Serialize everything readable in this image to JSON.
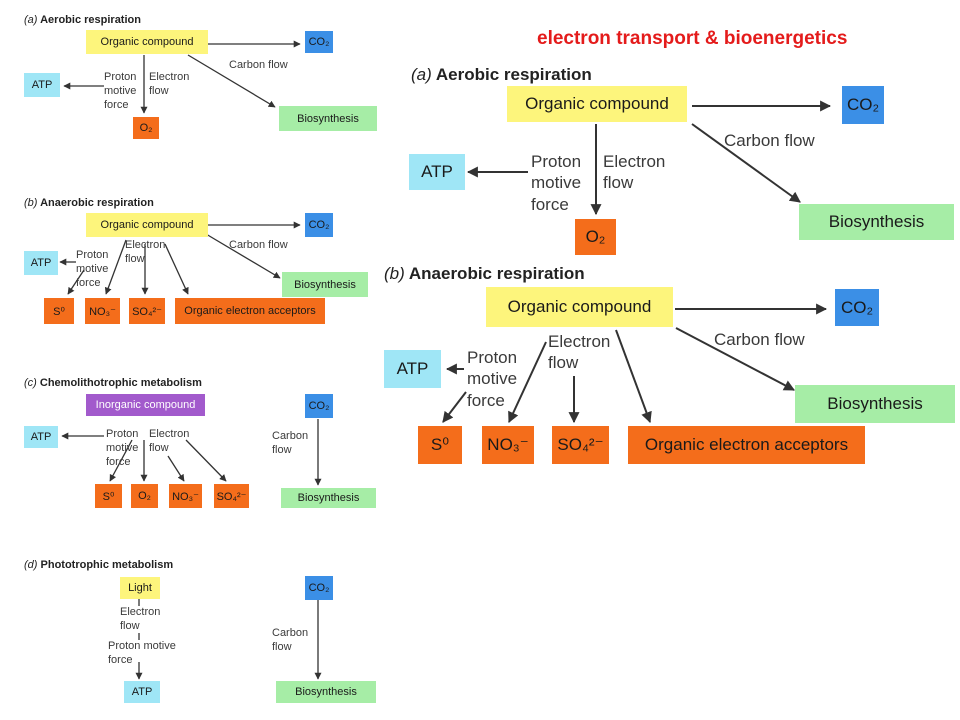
{
  "page_title": "electron transport & bioenergetics",
  "small": {
    "a": {
      "letter": "(a)",
      "title": "Aerobic respiration",
      "organic_compound": "Organic compound",
      "co2": "CO₂",
      "atp": "ATP",
      "o2": "O₂",
      "biosynthesis": "Biosynthesis",
      "carbon_flow": "Carbon flow",
      "proton_motive_force": [
        "Proton",
        "motive",
        "force"
      ],
      "electron_flow": [
        "Electron",
        "flow"
      ]
    },
    "b": {
      "letter": "(b)",
      "title": "Anaerobic respiration",
      "organic_compound": "Organic compound",
      "co2": "CO₂",
      "atp": "ATP",
      "biosynthesis": "Biosynthesis",
      "carbon_flow": "Carbon flow",
      "proton_motive_force": [
        "Proton",
        "motive",
        "force"
      ],
      "electron_flow": [
        "Electron",
        "flow"
      ],
      "acceptors": [
        "S⁰",
        "NO₃⁻",
        "SO₄²⁻",
        "Organic electron acceptors"
      ]
    },
    "c": {
      "letter": "(c)",
      "title": "Chemolithotrophic metabolism",
      "inorganic_compound": "Inorganic compound",
      "co2": "CO₂",
      "atp": "ATP",
      "biosynthesis": "Biosynthesis",
      "carbon_flow": [
        "Carbon",
        "flow"
      ],
      "proton_motive_force": [
        "Proton",
        "motive",
        "force"
      ],
      "electron_flow": [
        "Electron",
        "flow"
      ],
      "acceptors": [
        "S⁰",
        "O₂",
        "NO₃⁻",
        "SO₄²⁻"
      ]
    },
    "d": {
      "letter": "(d)",
      "title": "Phototrophic metabolism",
      "light": "Light",
      "co2": "CO₂",
      "atp": "ATP",
      "biosynthesis": "Biosynthesis",
      "carbon_flow": [
        "Carbon",
        "flow"
      ],
      "electron_flow": [
        "Electron",
        "flow"
      ],
      "proton_motive_force": [
        "Proton motive",
        "force"
      ]
    }
  },
  "large": {
    "a": {
      "letter": "(a)",
      "title": "Aerobic respiration",
      "organic_compound": "Organic compound",
      "co2": "CO₂",
      "atp": "ATP",
      "o2": "O₂",
      "biosynthesis": "Biosynthesis",
      "carbon_flow": "Carbon flow",
      "proton_motive_force": [
        "Proton",
        "motive",
        "force"
      ],
      "electron_flow": [
        "Electron",
        "flow"
      ]
    },
    "b": {
      "letter": "(b)",
      "title": "Anaerobic respiration",
      "organic_compound": "Organic compound",
      "co2": "CO₂",
      "atp": "ATP",
      "biosynthesis": "Biosynthesis",
      "carbon_flow": "Carbon flow",
      "proton_motive_force": [
        "Proton",
        "motive",
        "force"
      ],
      "electron_flow": [
        "Electron",
        "flow"
      ],
      "acceptors": [
        "S⁰",
        "NO₃⁻",
        "SO₄²⁻",
        "Organic electron acceptors"
      ]
    }
  },
  "colors": {
    "title_red": "#e41b1b",
    "yellow": "#fdf57c",
    "blue": "#3b8fe6",
    "cyan": "#9fe6f6",
    "orange": "#f46d1b",
    "green": "#a6eda6",
    "purple": "#a25acc",
    "arrow": "#333333"
  }
}
